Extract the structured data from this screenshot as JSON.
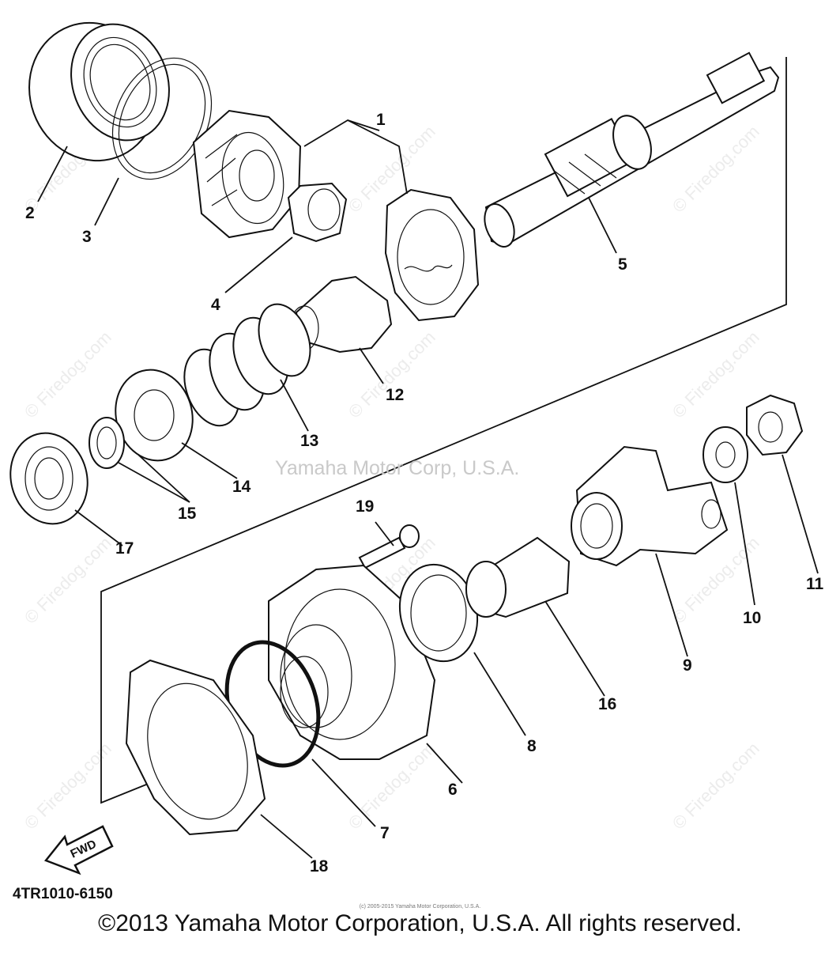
{
  "diagram": {
    "part_numbers": [
      "1",
      "2",
      "3",
      "4",
      "5",
      "6",
      "7",
      "8",
      "9",
      "10",
      "11",
      "12",
      "13",
      "14",
      "15",
      "16",
      "17",
      "18",
      "19"
    ],
    "fwd_label": "FWD",
    "diagram_code": "4TR1010-6150",
    "watermark_center": "Yamaha Motor Corp, U.S.A.",
    "watermark_site": "© Firedog.com",
    "small_notice": "(c) 2005-2015 Yamaha Motor Corporation, U.S.A.",
    "copyright": "©2013 Yamaha Motor Corporation, U.S.A. All rights reserved."
  }
}
